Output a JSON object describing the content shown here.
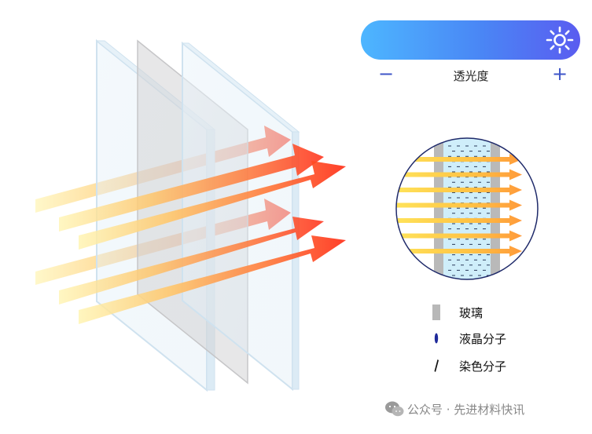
{
  "slider": {
    "label": "透光度",
    "decrease": "−",
    "increase": "+",
    "icon": "sun-icon",
    "gradient": [
      "#4db6ff",
      "#5a5cf0"
    ]
  },
  "legend": [
    {
      "label": "玻璃",
      "icon": "glass-swatch-icon",
      "color": "#b8b8b8"
    },
    {
      "label": "液晶分子",
      "icon": "liquid-crystal-molecule-icon",
      "color": "#1f2a9a"
    },
    {
      "label": "染色分子",
      "icon": "dye-molecule-icon",
      "color": "#111111"
    }
  ],
  "watermark": {
    "text": "公众号 · 先进材料快讯",
    "icon": "wechat-icon"
  }
}
